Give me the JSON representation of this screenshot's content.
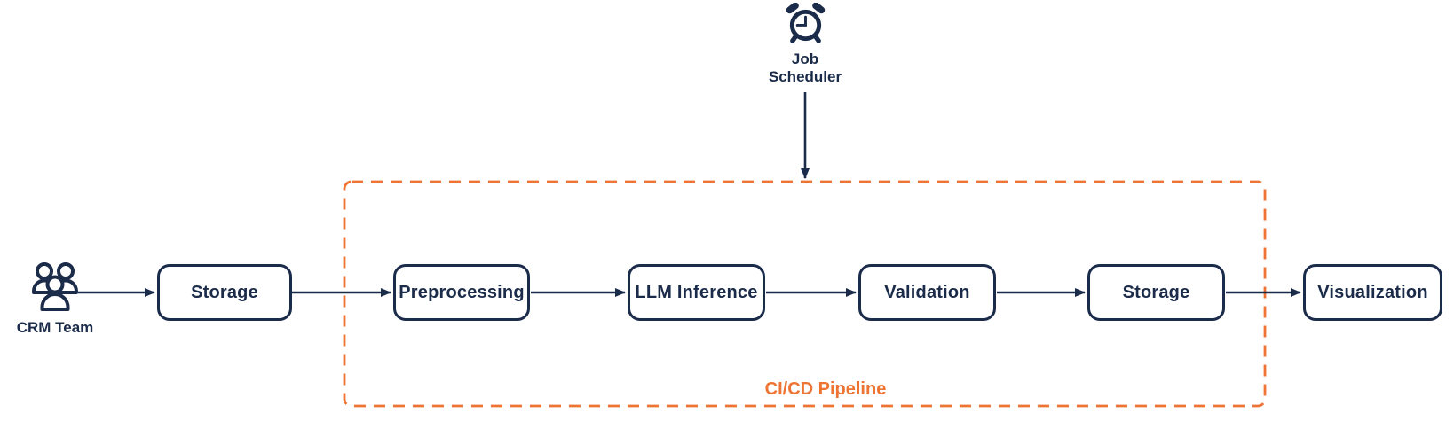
{
  "colors": {
    "navy": "#1b2b4a",
    "orange": "#ed7433",
    "node_fill": "#ffffff"
  },
  "scheduler": {
    "icon": "alarm-clock-icon",
    "label": "Job\nScheduler"
  },
  "source": {
    "icon": "team-icon",
    "label": "CRM Team"
  },
  "group": {
    "label": "CI/CD Pipeline"
  },
  "nodes": [
    {
      "label": "Storage"
    },
    {
      "label": "Preprocessing"
    },
    {
      "label": "LLM Inference"
    },
    {
      "label": "Validation"
    },
    {
      "label": "Storage"
    },
    {
      "label": "Visualization"
    }
  ],
  "connections": [
    {
      "from": "CRM Team",
      "to": "Storage"
    },
    {
      "from": "Storage",
      "to": "Preprocessing"
    },
    {
      "from": "Preprocessing",
      "to": "LLM Inference"
    },
    {
      "from": "LLM Inference",
      "to": "Validation"
    },
    {
      "from": "Validation",
      "to": "Storage"
    },
    {
      "from": "Storage",
      "to": "Visualization"
    },
    {
      "from": "Job Scheduler",
      "to": "CI/CD Pipeline"
    }
  ]
}
